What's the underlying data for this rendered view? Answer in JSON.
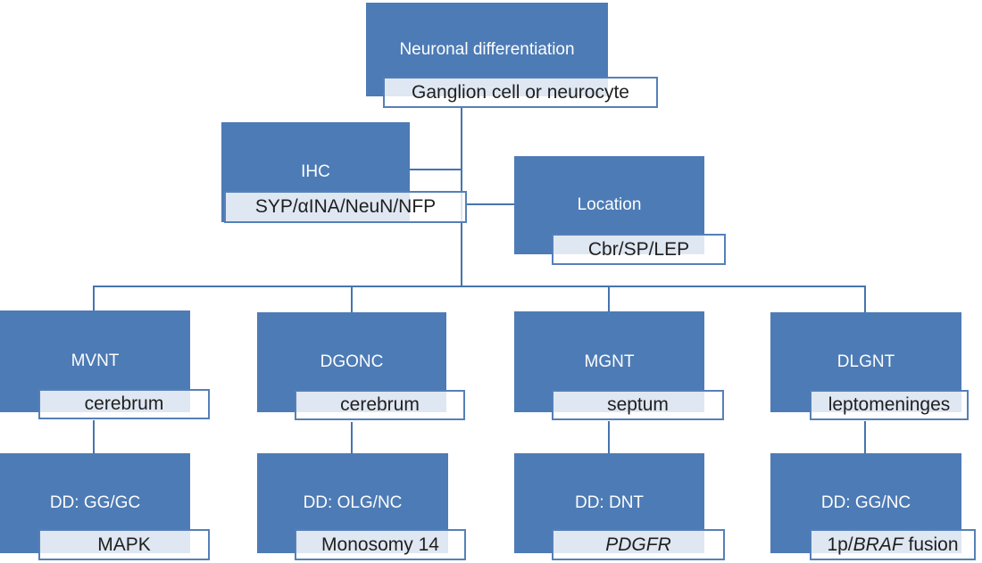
{
  "colors": {
    "box_fill": "#4d7bb5",
    "connector": "#4674ae",
    "label_border": "#5580b8",
    "label_fill_overlay": "rgba(255,255,255,0.82)",
    "box_text": "#fdfdfd",
    "label_text": "#1f1f1f",
    "background": "#ffffff"
  },
  "root": {
    "title": "Neuronal differentiation",
    "subtitle": "Ganglion cell or neurocyte"
  },
  "criteria": {
    "ihc": {
      "title": "IHC",
      "value": "SYP/αINA/NeuN/NFP"
    },
    "location": {
      "title": "Location",
      "value": "Cbr/SP/LEP"
    }
  },
  "entities": [
    {
      "abbr": "MVNT",
      "site": "cerebrum",
      "dd": "DD: GG/GC",
      "marker": "MAPK"
    },
    {
      "abbr": "DGONC",
      "site": "cerebrum",
      "dd": "DD: OLG/NC",
      "marker": "Monosomy 14"
    },
    {
      "abbr": "MGNT",
      "site": "septum",
      "dd": "DD: DNT",
      "marker": "PDGFR"
    },
    {
      "abbr": "DLGNT",
      "site": "leptomeninges",
      "dd": "DD: GG/NC",
      "marker_prefix": "1p/",
      "marker_gene": "BRAF",
      "marker_suffix": " fusion"
    }
  ]
}
